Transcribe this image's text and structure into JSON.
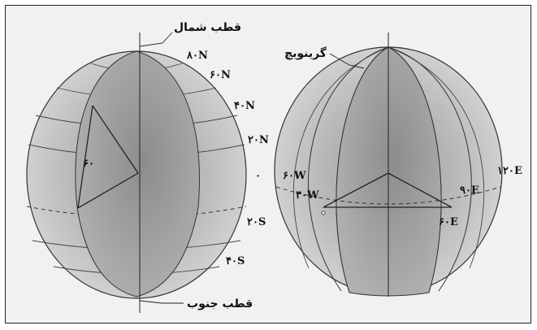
{
  "left_globe": {
    "north_pole": "قطب شمال",
    "south_pole": "قطب جنوب",
    "lat_80n": "۸۰N",
    "lat_60n": "۶۰N",
    "lat_40n": "۴۰N",
    "lat_20n": "۲۰N",
    "equator_zero": "۰",
    "lat_20s": "۲۰S",
    "lat_40s": "۴۰S",
    "angle_60": "۶۰"
  },
  "right_globe": {
    "greenwich": "گرینویچ",
    "lon_60w": "۶۰W",
    "lon_30w": "۳۰W",
    "lon_90e": "۹۰E",
    "lon_60e": "۶۰E",
    "lon_120e": "۱۲۰E"
  }
}
